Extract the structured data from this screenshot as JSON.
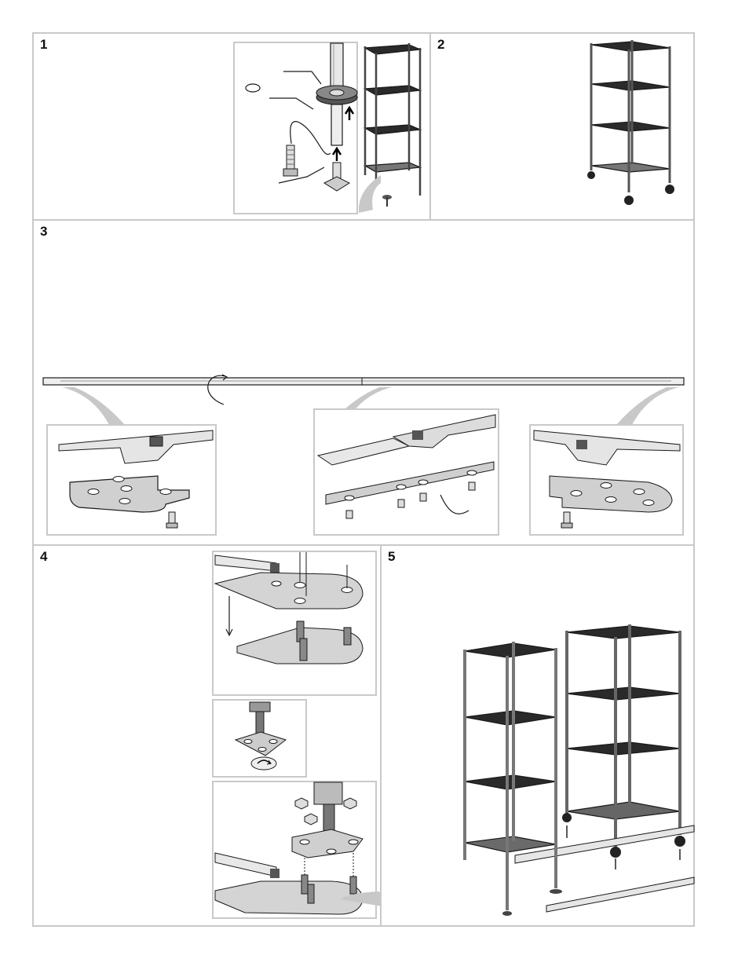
{
  "steps": [
    {
      "number": "1"
    },
    {
      "number": "2"
    },
    {
      "number": "3"
    },
    {
      "number": "4"
    },
    {
      "number": "5"
    }
  ],
  "colors": {
    "panel_border": "#c9c9c9",
    "shelf": "#1f1f1f",
    "plate": "#cfcfcf",
    "rail": "#e4e4e4"
  },
  "icons": [
    "arrow-up-icon",
    "rotate-icon",
    "bolt-icon",
    "nut-icon",
    "caster-icon"
  ]
}
